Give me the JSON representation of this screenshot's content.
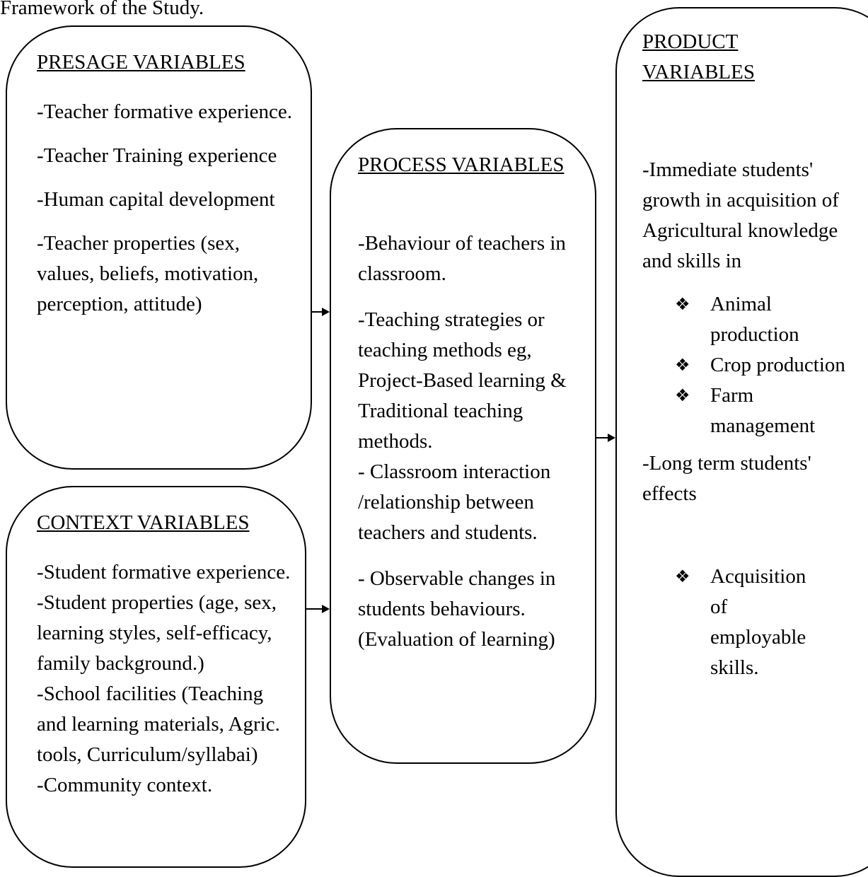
{
  "caption": "Framework of the Study.",
  "presage": {
    "heading": "PRESAGE VARIABLES",
    "items": [
      "-Teacher formative experience.",
      "-Teacher Training experience",
      "-Human capital development",
      "-Teacher properties (sex, values, beliefs, motivation, perception, attitude)"
    ]
  },
  "context": {
    "heading": "CONTEXT VARIABLES",
    "items": [
      "-Student formative experience.",
      "-Student properties (age, sex, learning styles, self-efficacy, family background.)",
      "-School facilities (Teaching and learning materials, Agric. tools, Curriculum/syllabai)",
      "-Community context."
    ]
  },
  "process": {
    "heading": "PROCESS VARIABLES",
    "items": [
      "-Behaviour of teachers in classroom.",
      "-Teaching strategies or teaching methods eg, Project-Based learning & Traditional teaching methods.",
      "- Classroom interaction /relationship between teachers and students.",
      "- Observable changes in students behaviours. (Evaluation of learning)"
    ]
  },
  "product": {
    "heading": "PRODUCT VARIABLES",
    "immediate": "-Immediate students' growth in acquisition of Agricultural knowledge and skills in",
    "immediate_bullets": [
      "Animal production",
      "Crop production",
      "Farm management"
    ],
    "long_term": "-Long term students' effects",
    "long_term_bullets": [
      "Acquisition of employable skills."
    ],
    "bullet_icon": "diamond-bullet-icon"
  }
}
